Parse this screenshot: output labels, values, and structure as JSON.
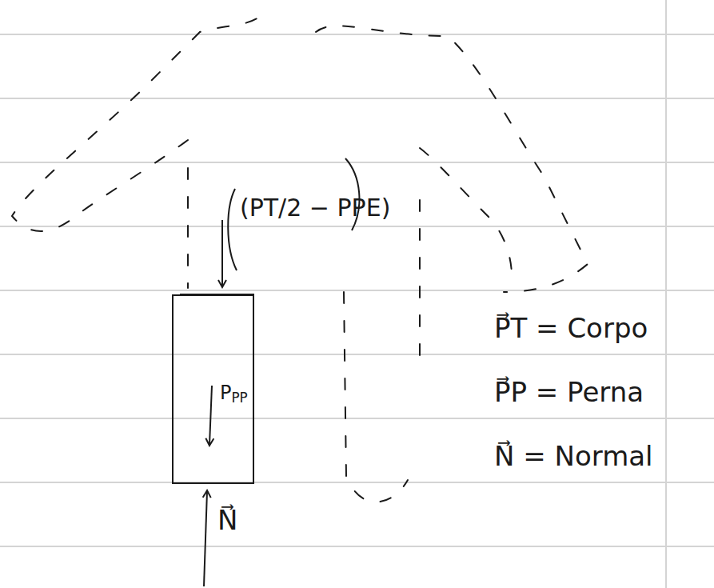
{
  "diagram": {
    "nodes": [
      {
        "text": [
          "PPP"
        ]
      }
    ],
    "labels": [
      "(PT/2 − PPE)",
      "N⃗",
      "P⃗T = Corpo",
      "P⃗P = Perna",
      "N⃗ = Normal"
    ]
  }
}
